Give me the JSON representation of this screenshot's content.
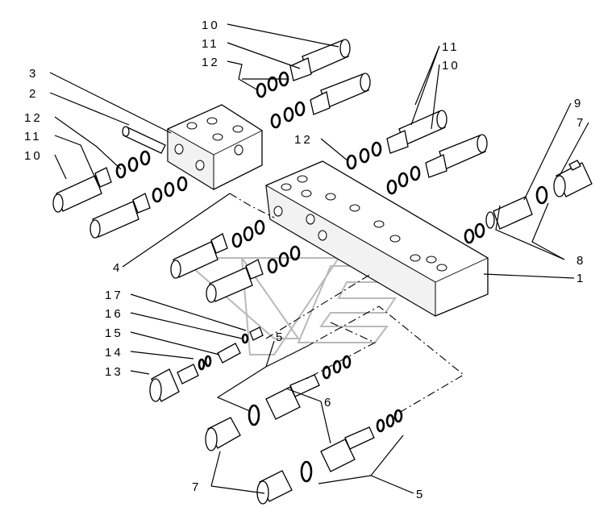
{
  "labels": {
    "l10a": "10",
    "l11a": "11",
    "l12a": "12",
    "l11b": "11",
    "l10b": "10",
    "l3": "3",
    "l2": "2",
    "l12b": "12",
    "l11c": "11",
    "l10c": "10",
    "l12c": "12",
    "l9": "9",
    "l7a": "7",
    "l8": "8",
    "l1": "1",
    "l4": "4",
    "l17": "17",
    "l16": "16",
    "l15": "15",
    "l14": "14",
    "l13": "13",
    "l5a": "5",
    "l6": "6",
    "l7b": "7",
    "l5b": "5"
  }
}
